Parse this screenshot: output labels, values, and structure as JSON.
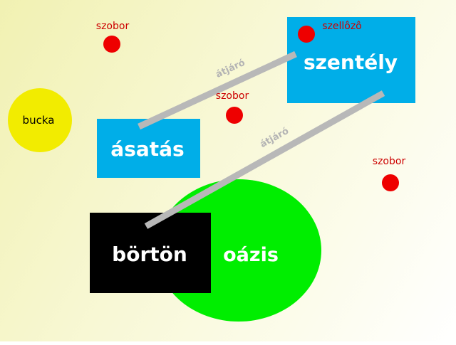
{
  "colors": {
    "room": "#00aee8",
    "oasis": "#00ee00",
    "hill": "#f2ec00",
    "prison": "#000000",
    "statue": "#ee0000",
    "passage": "#b8b8b8",
    "room_text": "#ffffff",
    "statue_text": "#cc0000",
    "passage_text": "#b4b4b4"
  },
  "places": {
    "szentely": "szentély",
    "asatas": "ásatás",
    "borton": "börtön",
    "oazis": "oázis",
    "bucka": "bucka"
  },
  "passages": {
    "label_1": "átjáró",
    "label_2": "átjáró"
  },
  "statues": {
    "label_1": "szobor",
    "label_2": "szobor",
    "label_3": "szobor",
    "label_4": "szellôzô"
  }
}
